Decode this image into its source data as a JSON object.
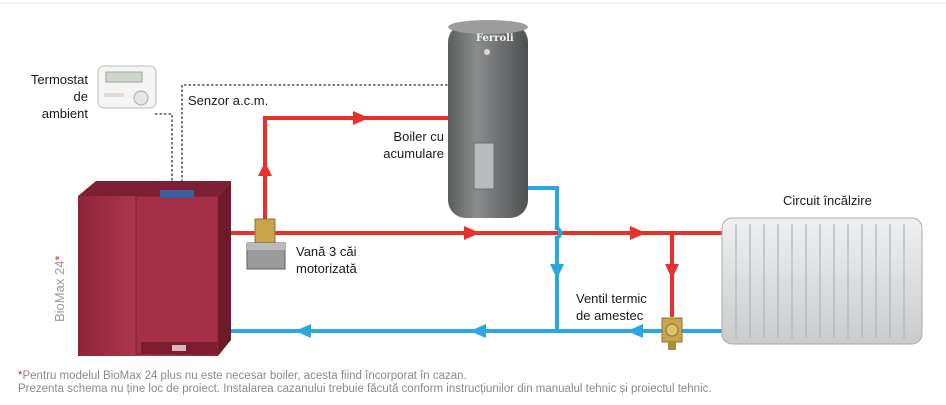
{
  "colors": {
    "hot": "#e8312a",
    "cold": "#2aa6e0",
    "boiler_body": "#a8324a",
    "tank": "#707273",
    "radiator": "#d6d8da",
    "sensor_line": "#333333"
  },
  "labels": {
    "thermostat_line1": "Termostat",
    "thermostat_line2": "de ambient",
    "sensor": "Senzor a.c.m.",
    "tank_line1": "Boiler cu",
    "tank_line2": "acumulare",
    "heating_circuit": "Circuit încălzire",
    "valve_line1": "Vană 3 căi",
    "valve_line2": "motorizată",
    "mixing_line1": "Ventil termic",
    "mixing_line2": "de amestec",
    "boiler_model": "BioMax 24",
    "boiler_model_star": "*",
    "tank_brand": "Ferroli"
  },
  "footnotes": {
    "star": "*",
    "line1": "Pentru modelul BioMax 24 plus nu este necesar boiler, acesta fiind încorporat în cazan.",
    "line2": "Prezenta schema nu ține loc de proiect. Instalarea cazanului trebuie făcută conform instrucțiunilor din manualul tehnic și proiectul tehnic."
  }
}
